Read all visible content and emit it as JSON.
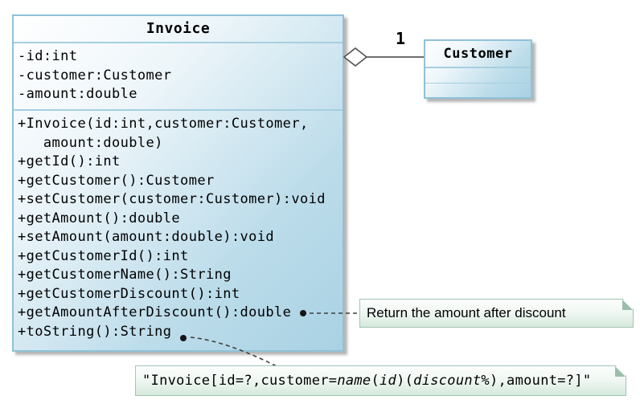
{
  "uml": {
    "invoice": {
      "title": "Invoice",
      "attributes": [
        "-id:int",
        "-customer:Customer",
        "-amount:double"
      ],
      "methods": [
        "+Invoice(id:int,customer:Customer,",
        "   amount:double)",
        "+getId():int",
        "+getCustomer():Customer",
        "+setCustomer(customer:Customer):void",
        "+getAmount():double",
        "+setAmount(amount:double):void",
        "+getCustomerId():int",
        "+getCustomerName():String",
        "+getCustomerDiscount():int",
        "+getAmountAfterDiscount():double",
        "+toString():String"
      ]
    },
    "customer": {
      "title": "Customer"
    },
    "association": {
      "type": "aggregation",
      "multiplicity": "1"
    },
    "notes": {
      "discount_note": {
        "text": "Return the amount after discount"
      },
      "tostring_note": {
        "parts": [
          {
            "t": "\"Invoice[id=?,customer=",
            "i": false
          },
          {
            "t": "name",
            "i": true
          },
          {
            "t": "(",
            "i": false
          },
          {
            "t": "id",
            "i": true
          },
          {
            "t": ")(",
            "i": false
          },
          {
            "t": "discount%",
            "i": true
          },
          {
            "t": "),amount=?]\"",
            "i": false
          }
        ]
      }
    },
    "colors": {
      "class_border": "#8ec2d8",
      "class_fill_top": "#ffffff",
      "class_fill_bottom": "#a9d2e4",
      "note_border": "#a3c4b1",
      "note_fill_bottom": "#d5e9dc",
      "connector_gray": "#6e6e6e",
      "callout_dash": "#3f3f3f"
    }
  }
}
